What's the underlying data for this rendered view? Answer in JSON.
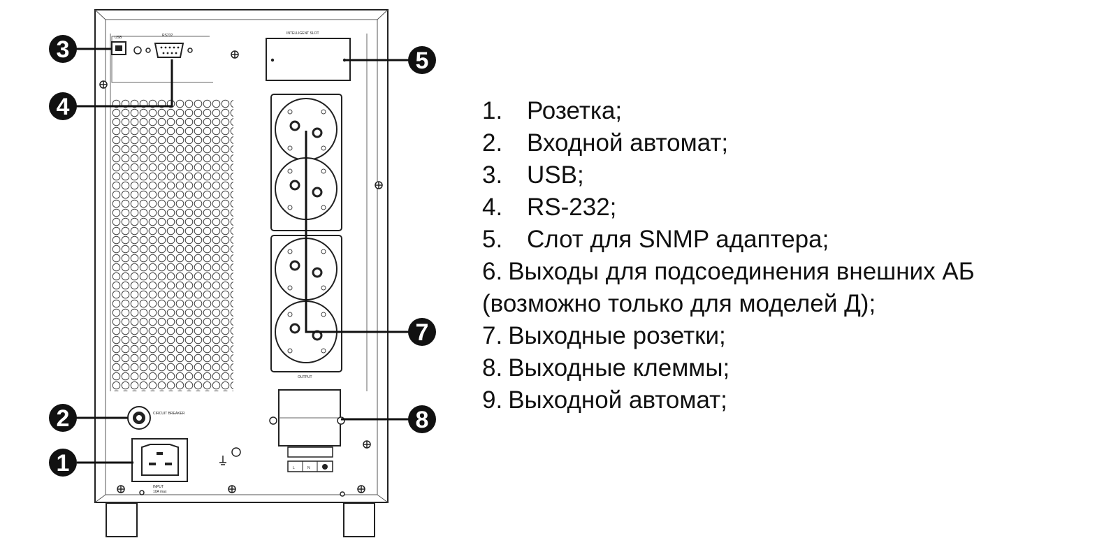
{
  "legend": [
    {
      "num": "1.",
      "text": "Розетка;",
      "style": "wide"
    },
    {
      "num": "2.",
      "text": "Входной автомат;",
      "style": "wide"
    },
    {
      "num": "3.",
      "text": "USB;",
      "style": "wide"
    },
    {
      "num": "4.",
      "text": "RS-232;",
      "style": "wide"
    },
    {
      "num": "5.",
      "text": "Слот для SNMP адаптера;",
      "style": "wide"
    },
    {
      "num": "6.",
      "text": "Выходы для подсоединения внешних АБ",
      "style": "narrow"
    },
    {
      "num": "",
      "text": "(возможно только для моделей Д);",
      "style": "narrow"
    },
    {
      "num": "7.",
      "text": "Выходные розетки;",
      "style": "narrow"
    },
    {
      "num": "8.",
      "text": "Выходные клеммы;",
      "style": "narrow"
    },
    {
      "num": "9.",
      "text": "Выходной автомат;",
      "style": "narrow"
    }
  ],
  "callouts": {
    "c1": "1",
    "c2": "2",
    "c3": "3",
    "c4": "4",
    "c5": "5",
    "c7": "7",
    "c8": "8"
  },
  "panel_labels": {
    "usb": "USB",
    "rs232": "RS232",
    "slot": "INTELLIGENT SLOT",
    "breaker": "CIRCUIT BREAKER",
    "input": "INPUT",
    "input_rating": "10A max",
    "output": "OUTPUT",
    "term_l": "L",
    "term_n": "N"
  },
  "colors": {
    "ink": "#111111",
    "outline": "#333333",
    "badge": "#111111",
    "background": "#ffffff"
  }
}
